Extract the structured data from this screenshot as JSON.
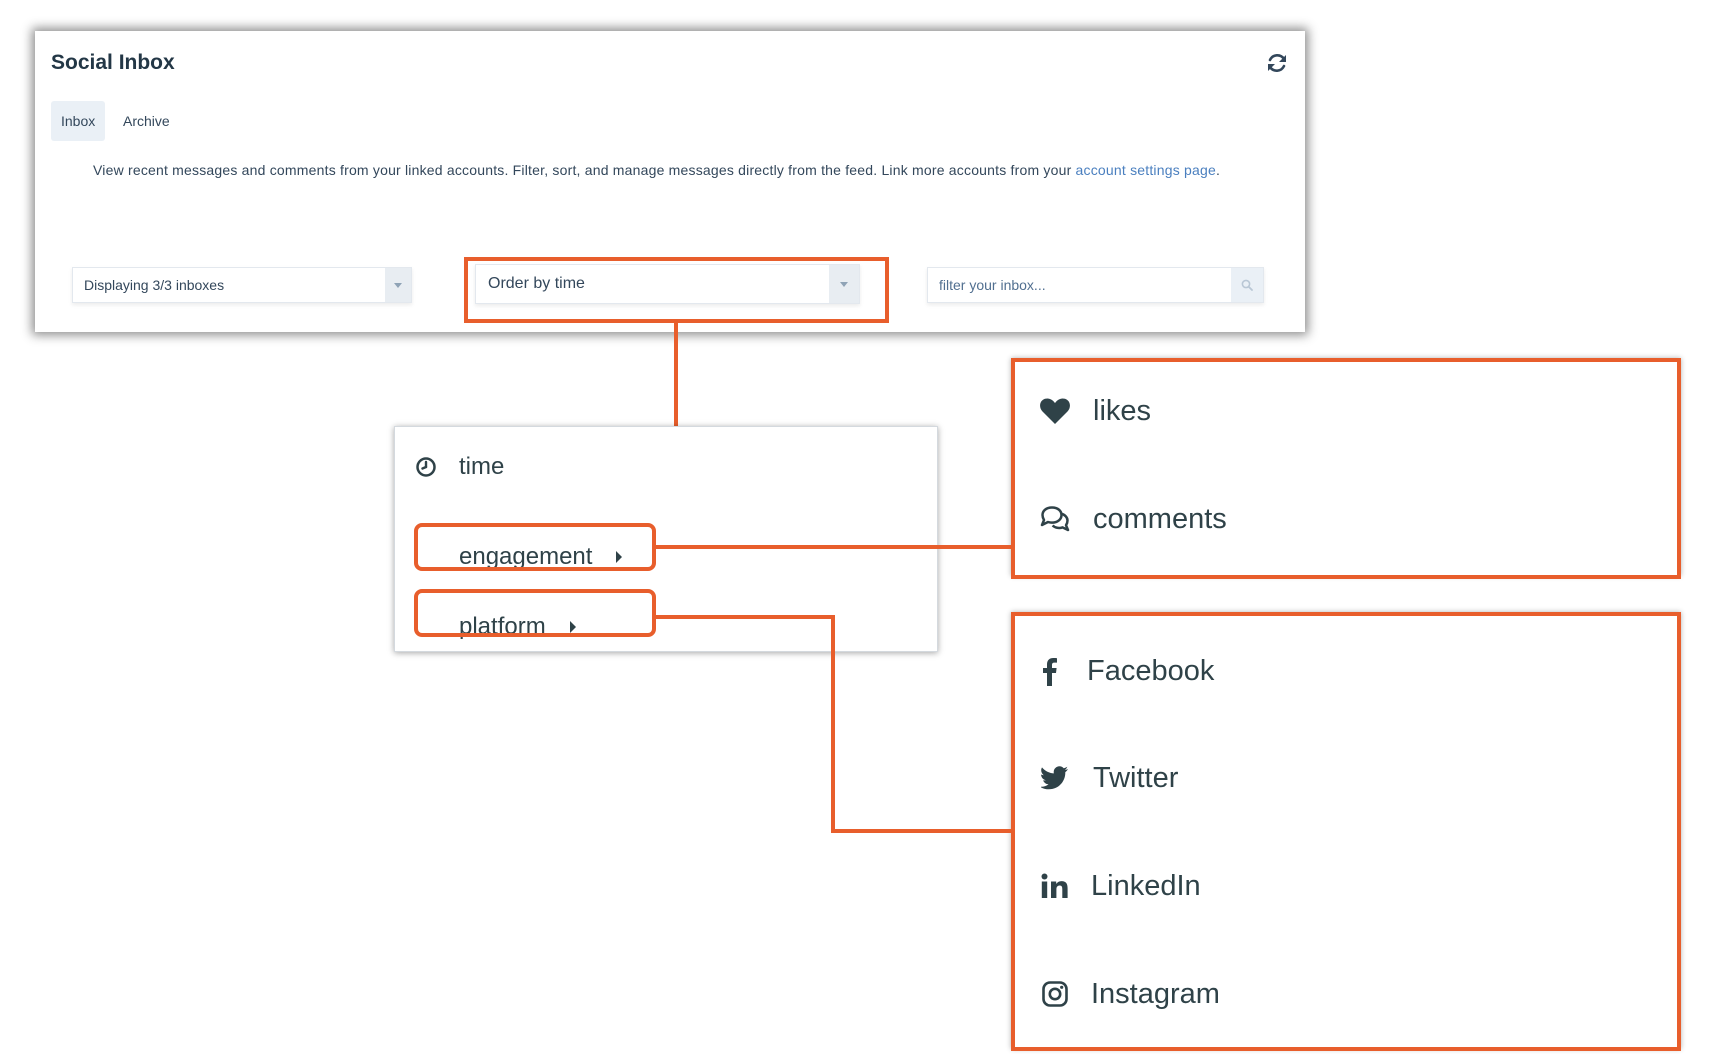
{
  "header": {
    "title": "Social Inbox"
  },
  "tabs": [
    {
      "label": "Inbox"
    },
    {
      "label": "Archive"
    }
  ],
  "description": {
    "text": "View recent messages and comments from your linked accounts. Filter, sort, and manage messages directly from the feed. Link more accounts from your ",
    "link": "account settings page",
    "end": "."
  },
  "inboxes_select": {
    "value": "Displaying 3/3 inboxes"
  },
  "order_select": {
    "value": "Order by time"
  },
  "filter": {
    "placeholder": "filter your inbox..."
  },
  "order_menu": {
    "items": [
      {
        "label": "time",
        "icon": "clock-icon"
      },
      {
        "label": "engagement",
        "icon": "caret-right-icon"
      },
      {
        "label": "platform",
        "icon": "caret-right-icon"
      }
    ]
  },
  "engagement_menu": {
    "items": [
      {
        "label": "likes",
        "icon": "heart-icon"
      },
      {
        "label": "comments",
        "icon": "comments-icon"
      }
    ]
  },
  "platform_menu": {
    "items": [
      {
        "label": "Facebook",
        "icon": "facebook-icon"
      },
      {
        "label": "Twitter",
        "icon": "twitter-icon"
      },
      {
        "label": "LinkedIn",
        "icon": "linkedin-icon"
      },
      {
        "label": "Instagram",
        "icon": "instagram-icon"
      }
    ]
  },
  "colors": {
    "highlight": "#e85e2c",
    "text_dark": "#2f4248",
    "link": "#4a7fbf",
    "title": "#233746"
  }
}
